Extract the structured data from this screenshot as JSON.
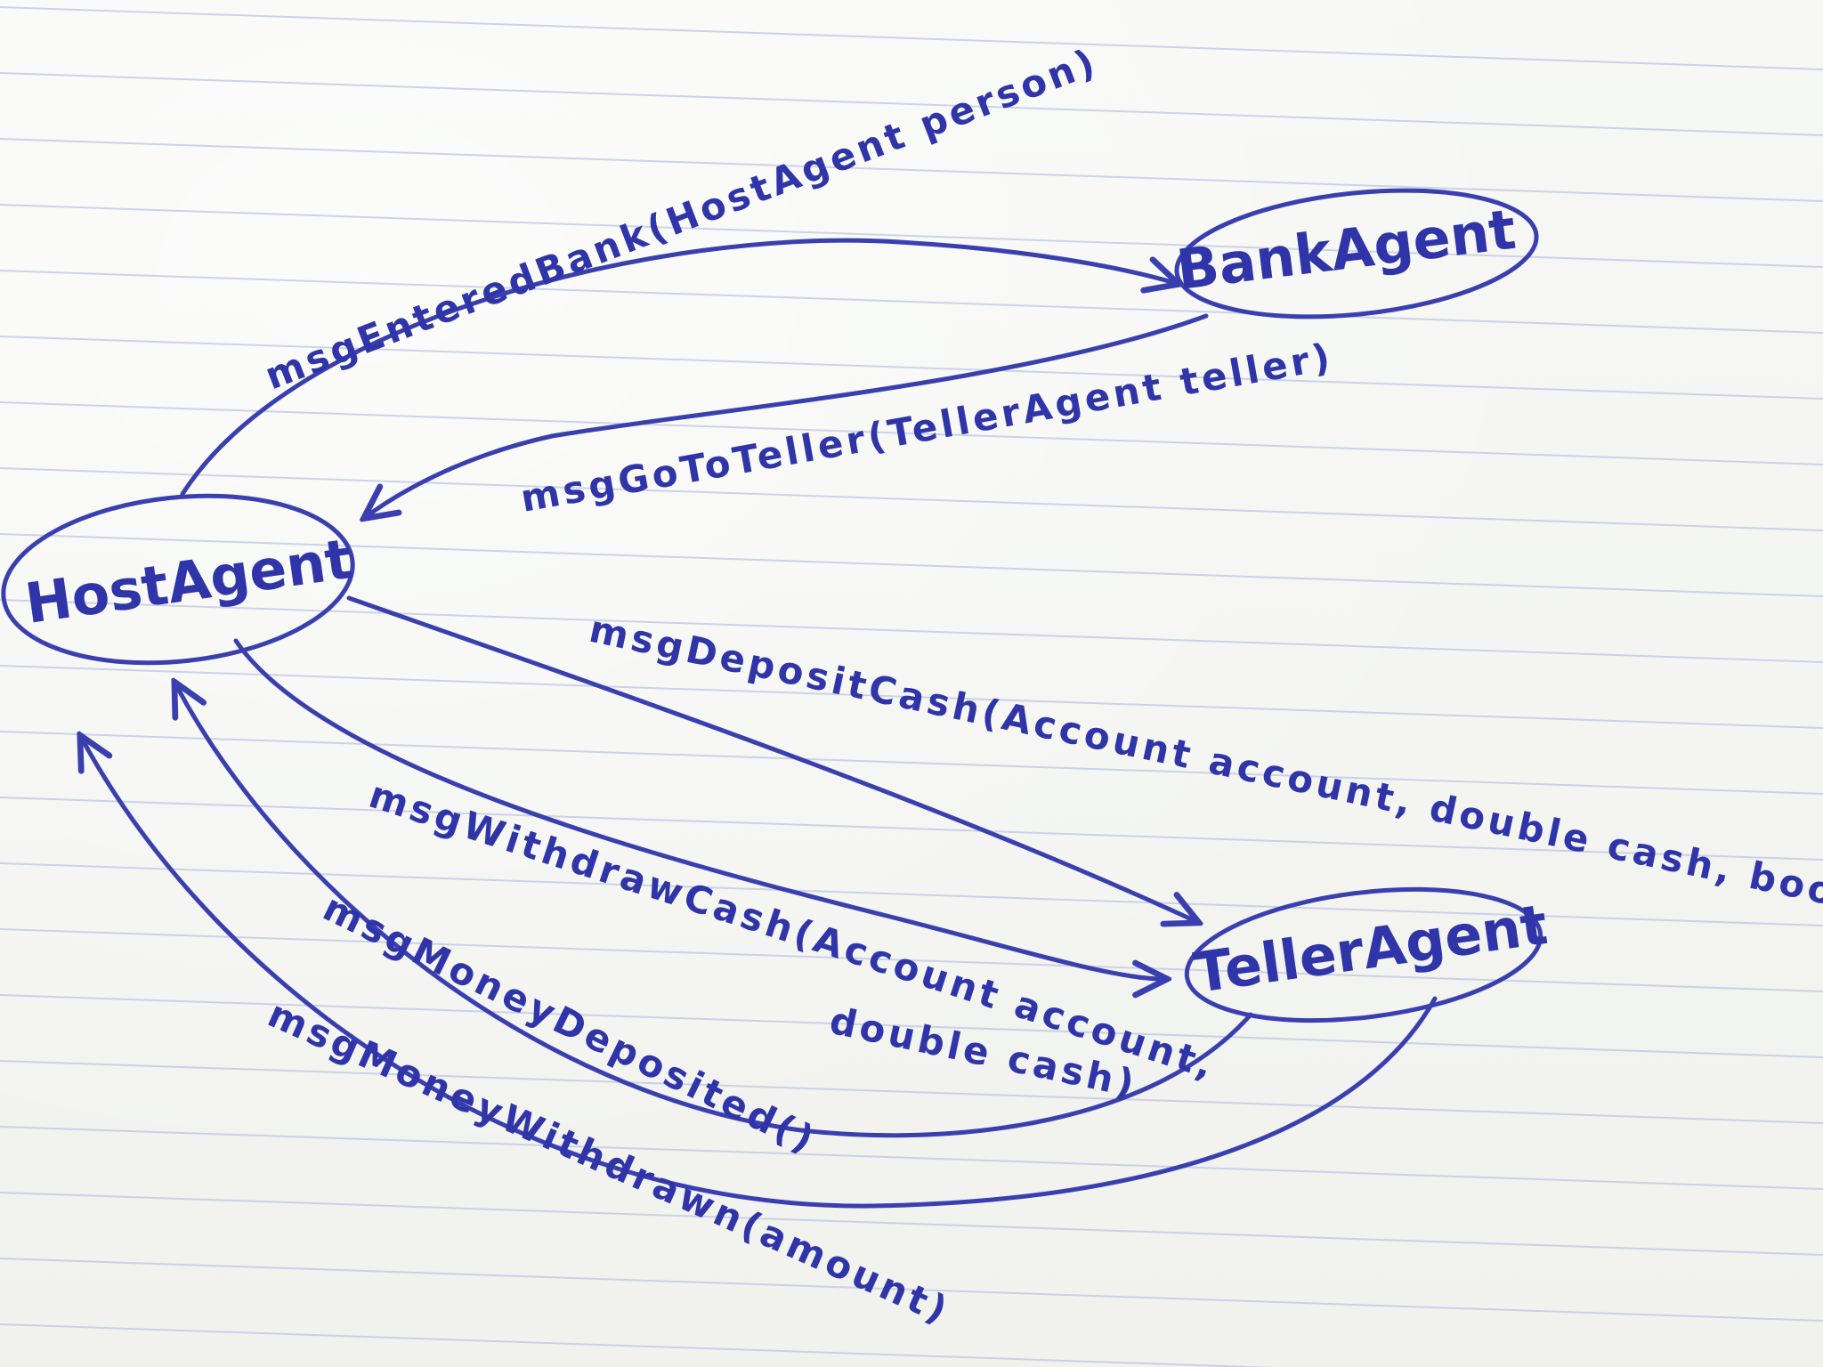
{
  "nodes": {
    "host": "HostAgent",
    "bank": "BankAgent",
    "teller": "TellerAgent"
  },
  "messages": {
    "entered_bank": "msgEnteredBank(HostAgent person)",
    "go_to_teller": "msgGoToTeller(TellerAgent teller)",
    "deposit_cash": "msgDepositCash(Account account, double cash, boolean loan)",
    "withdraw_cash_line1": "msgWithdrawCash(Account account,",
    "withdraw_cash_line2": "double cash)",
    "money_deposited": "msgMoneyDeposited()",
    "money_withdrawn": "msgMoneyWithdrawn(amount)"
  },
  "colors": {
    "ink": "#3a3fb0",
    "paper": "#f6f7f3",
    "rule_line": "#b9c3e3"
  }
}
